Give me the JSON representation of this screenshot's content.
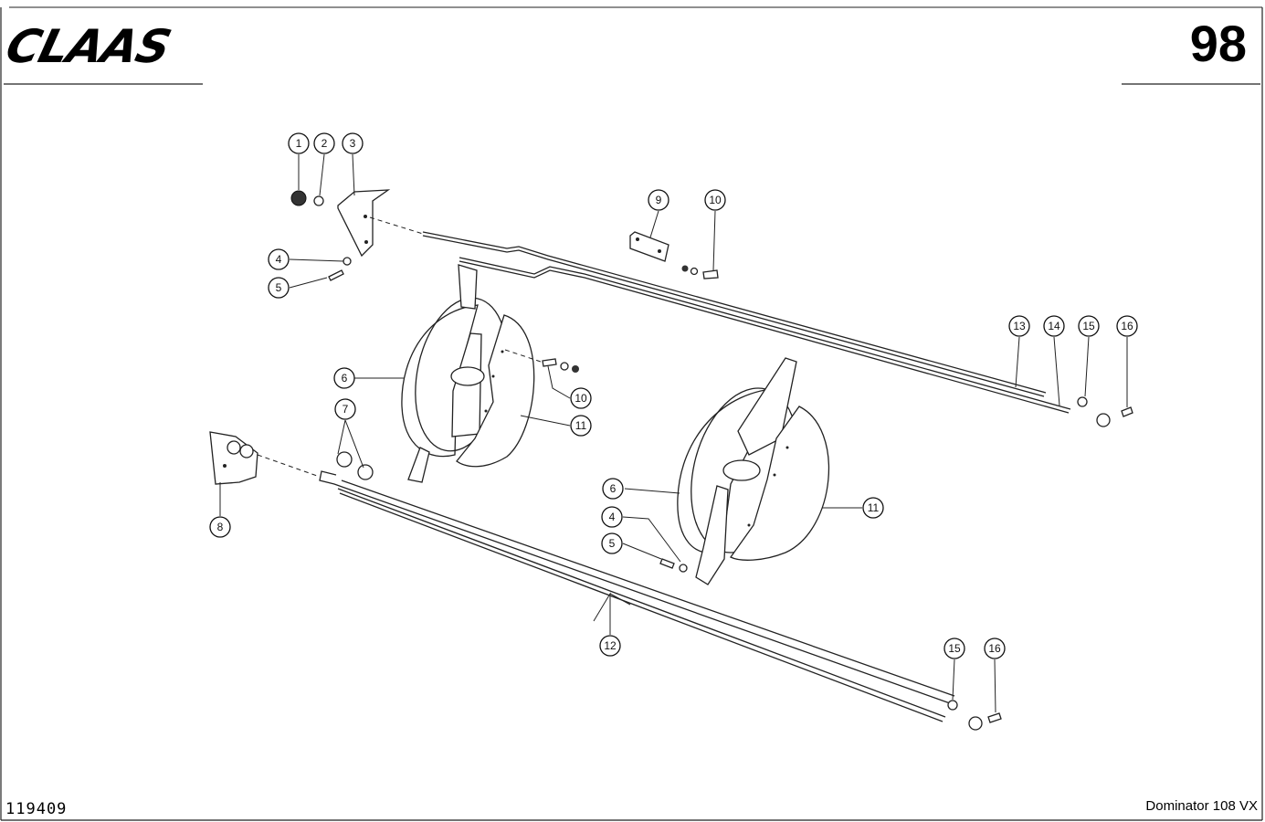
{
  "header": {
    "brand": "CLAAS",
    "page_number": "98"
  },
  "footer": {
    "doc_number": "119409",
    "model": "Dominator 108 VX"
  },
  "callouts": [
    {
      "id": "c1",
      "label": "1"
    },
    {
      "id": "c2",
      "label": "2"
    },
    {
      "id": "c3",
      "label": "3"
    },
    {
      "id": "c4a",
      "label": "4"
    },
    {
      "id": "c5a",
      "label": "5"
    },
    {
      "id": "c6a",
      "label": "6"
    },
    {
      "id": "c7",
      "label": "7"
    },
    {
      "id": "c8",
      "label": "8"
    },
    {
      "id": "c9",
      "label": "9"
    },
    {
      "id": "c10a",
      "label": "10"
    },
    {
      "id": "c10b",
      "label": "10"
    },
    {
      "id": "c11a",
      "label": "11"
    },
    {
      "id": "c12",
      "label": "12"
    },
    {
      "id": "c13",
      "label": "13"
    },
    {
      "id": "c14",
      "label": "14"
    },
    {
      "id": "c15a",
      "label": "15"
    },
    {
      "id": "c16a",
      "label": "16"
    },
    {
      "id": "c6b",
      "label": "6"
    },
    {
      "id": "c11b",
      "label": "11"
    },
    {
      "id": "c4b",
      "label": "4"
    },
    {
      "id": "c5b",
      "label": "5"
    },
    {
      "id": "c15b",
      "label": "15"
    },
    {
      "id": "c16b",
      "label": "16"
    }
  ]
}
